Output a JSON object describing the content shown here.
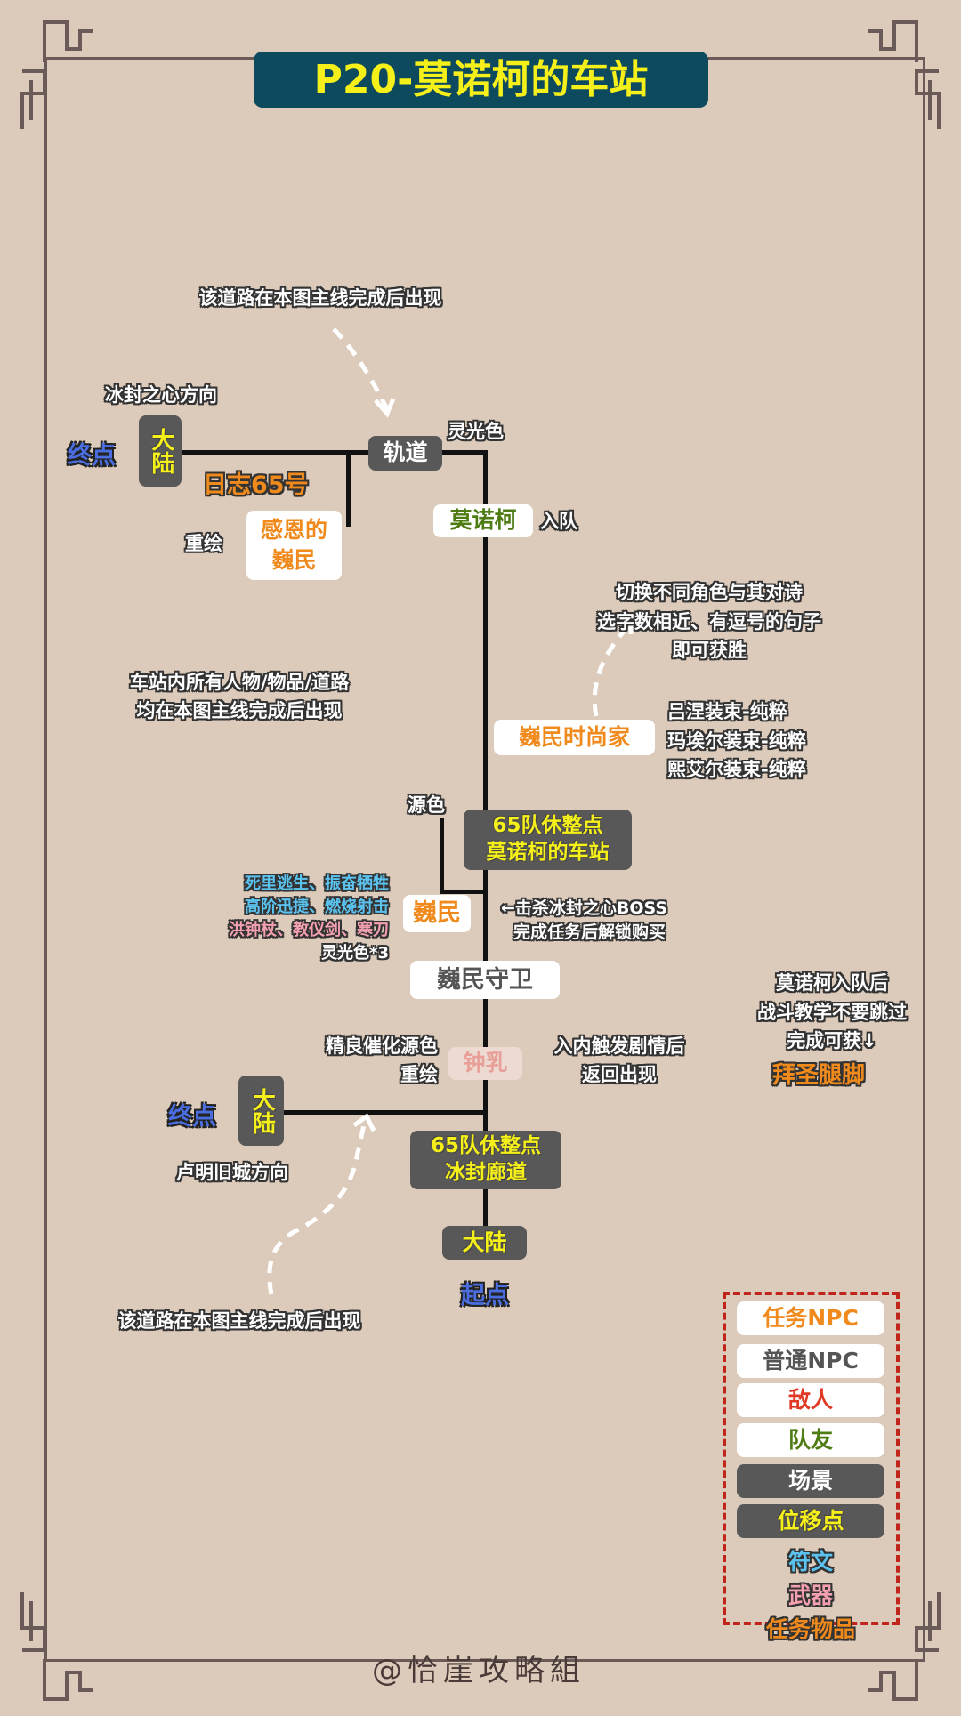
{
  "title": "P20-莫诺柯的车站",
  "notes": {
    "top_road": "该道路在本图主线完成后出现",
    "bottom_road": "该道路在本图主线完成后出现",
    "ice_heart_dir": "冰封之心方向",
    "luming_dir": "卢明旧城方向",
    "station_all": [
      "车站内所有人物/物品/道路",
      "均在本图主线完成后出现"
    ],
    "poem": [
      "切换不同角色与其对诗",
      "选字数相近、有逗号的句子",
      "即可获胜"
    ],
    "outfits": [
      "吕涅装束-纯粹",
      "玛埃尔装束-纯粹",
      "熙艾尔装束-纯粹"
    ],
    "boss_unlock": [
      "←击杀冰封之心BOSS",
      "完成任务后解锁购买"
    ],
    "tutorial": [
      "莫诺柯入队后",
      "战斗教学不要跳过",
      "完成可获↓"
    ],
    "enter_return": [
      "入内触发剧情后",
      "返回出现"
    ]
  },
  "nodes": {
    "track": "轨道",
    "aura_color": "灵光色",
    "mainland_top": "大陆",
    "end_top": "终点",
    "log65": "日志65号",
    "grateful": "感恩的巍民",
    "redraw1": "重绘",
    "monoke": "莫诺柯",
    "join": "入队",
    "fashion": "巍民时尚家",
    "source_color": "源色",
    "rest1": [
      "65队休整点",
      "莫诺柯的车站"
    ],
    "weimin": "巍民",
    "runes": [
      "死里逃生、振奋牺牲",
      "高阶迅捷、燃烧射击"
    ],
    "weapons": "洪钟杖、教仪剑、寒刀",
    "aura3": "灵光色*3",
    "guard": "巍民守卫",
    "reward": "拜圣腿脚",
    "catalyst": "精良催化源色",
    "redraw2": "重绘",
    "stalactite": "钟乳",
    "mainland_bottom": "大陆",
    "end_bottom": "终点",
    "rest2": [
      "65队休整点",
      "冰封廊道"
    ],
    "mainland_start": "大陆",
    "start": "起点"
  },
  "legend": [
    "任务NPC",
    "普通NPC",
    "敌人",
    "队友",
    "场景",
    "位移点",
    "符文",
    "武器",
    "任务物品"
  ],
  "watermark": "@恰崖攻略組",
  "colors": {
    "bg": "#dccbbb",
    "title_bg": "#0e4a5e",
    "yellow": "#f5f01a",
    "orange": "#f08a1c",
    "green": "#4e7c12",
    "blue": "#4a6de0",
    "red": "#e03a25",
    "rune": "#5bc3f0",
    "weapon": "#f4a0b0"
  }
}
